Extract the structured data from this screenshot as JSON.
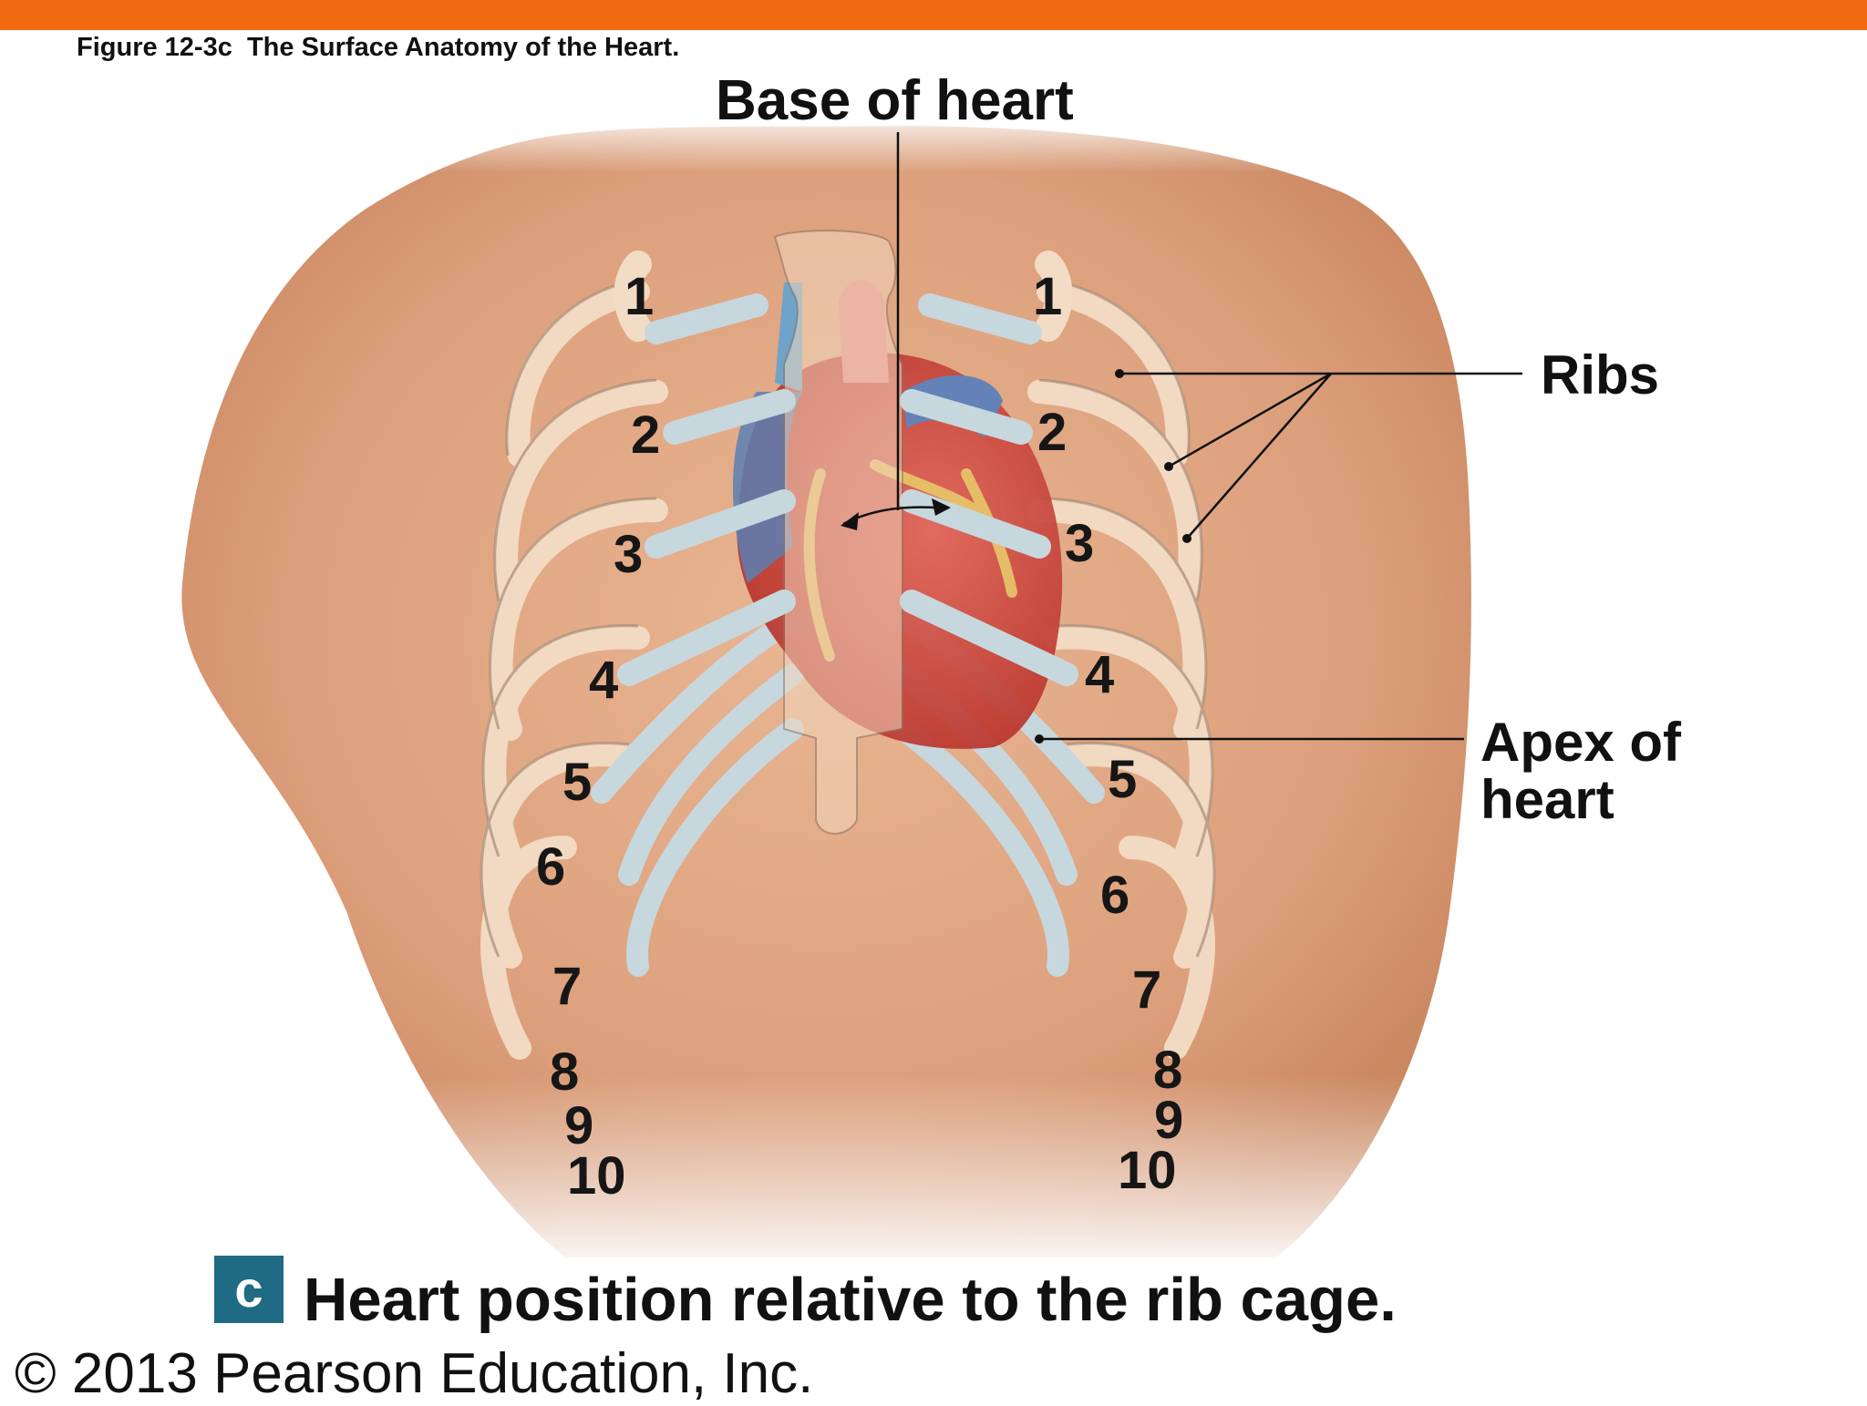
{
  "figure_caption": "Figure 12-3c  The Surface Anatomy of the Heart.",
  "labels": {
    "base_of_heart": "Base of heart",
    "ribs": "Ribs",
    "apex_line1": "Apex of",
    "apex_line2": "heart"
  },
  "rib_numbers": {
    "left": [
      "1",
      "2",
      "3",
      "4",
      "5",
      "6",
      "7",
      "8",
      "9",
      "10"
    ],
    "right": [
      "1",
      "2",
      "3",
      "4",
      "5",
      "6",
      "7",
      "8",
      "9",
      "10"
    ]
  },
  "panel_letter": "c",
  "panel_caption": "Heart position relative to the rib cage.",
  "copyright": "© 2013 Pearson Education, Inc.",
  "colors": {
    "header_bar": "#f26a0f",
    "skin": "#e2a784",
    "bone": "#f1d6bd",
    "cartilage": "#c9d8df",
    "heart": "#d0453a",
    "badge": "#1f6b84"
  }
}
